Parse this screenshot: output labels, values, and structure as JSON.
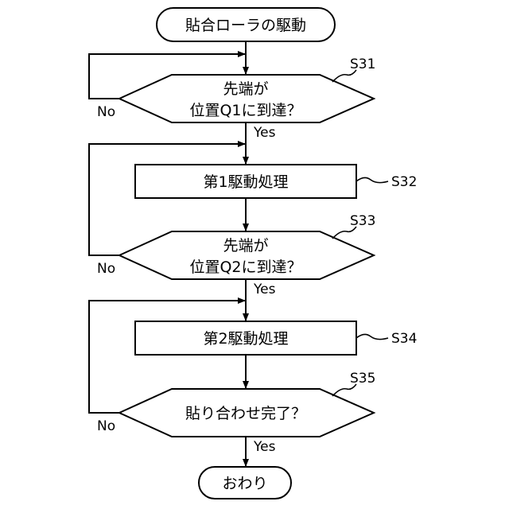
{
  "start": {
    "label": "貼合ローラの駆動"
  },
  "end": {
    "label": "おわり"
  },
  "steps": [
    {
      "id": "S31",
      "type": "decision",
      "lines": [
        "先端が",
        "位置Q1に到達？"
      ],
      "no_label": "No",
      "yes_label": "Yes"
    },
    {
      "id": "S32",
      "type": "process",
      "lines": [
        "第1駆動処理"
      ]
    },
    {
      "id": "S33",
      "type": "decision",
      "lines": [
        "先端が",
        "位置Q2に到達？"
      ],
      "no_label": "No",
      "yes_label": "Yes"
    },
    {
      "id": "S34",
      "type": "process",
      "lines": [
        "第2駆動処理"
      ]
    },
    {
      "id": "S35",
      "type": "decision",
      "lines": [
        "貼り合わせ完了？"
      ],
      "no_label": "No",
      "yes_label": "Yes"
    }
  ]
}
